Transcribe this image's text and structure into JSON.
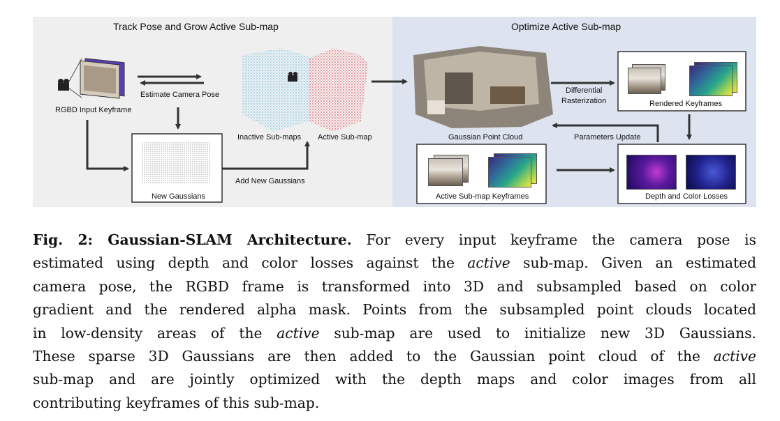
{
  "figure": {
    "left_header": "Track Pose and Grow Active Sub-map",
    "right_header": "Optimize Active Sub-map",
    "labels": {
      "rgbd_input": "RGBD Input Keyframe",
      "estimate_pose": "Estimate Camera Pose",
      "new_gaussians": "New Gaussians",
      "inactive_submaps": "Inactive Sub-maps",
      "active_submap": "Active Sub-map",
      "add_new_gaussians": "Add New Gaussians",
      "gaussian_point_cloud": "Gaussian Point Cloud",
      "differential": "Differential",
      "rasterization": "Rasterization",
      "rendered_keyframes": "Rendered Keyframes",
      "parameters_update": "Parameters Update",
      "active_submap_keyframes": "Active Sub-map Keyframes",
      "depth_color_losses": "Depth and Color Losses"
    },
    "colors": {
      "inactive": "#7ec8ea",
      "active": "#e8616b",
      "left_panel": "#efefef",
      "right_panel": "#dde3ef"
    }
  },
  "caption": {
    "lead": "Fig. 2: Gaussian-SLAM Architecture.",
    "lines": [
      " For every input keyframe the camera pose is",
      "estimated using depth and color losses against the ",
      " sub-map. Given an estimated",
      "camera pose, the RGBD frame is transformed into 3D and subsampled based on color",
      "gradient and the rendered alpha mask. Points from the subsampled point clouds located",
      "in low-density areas of the ",
      " sub-map are used to initialize new 3D Gaussians.",
      "These sparse 3D Gaussians are then added to the Gaussian point cloud of the ",
      "sub-map and are jointly optimized with the depth maps and color images from all",
      "contributing keyframes of this sub-map."
    ],
    "emph": "active"
  }
}
